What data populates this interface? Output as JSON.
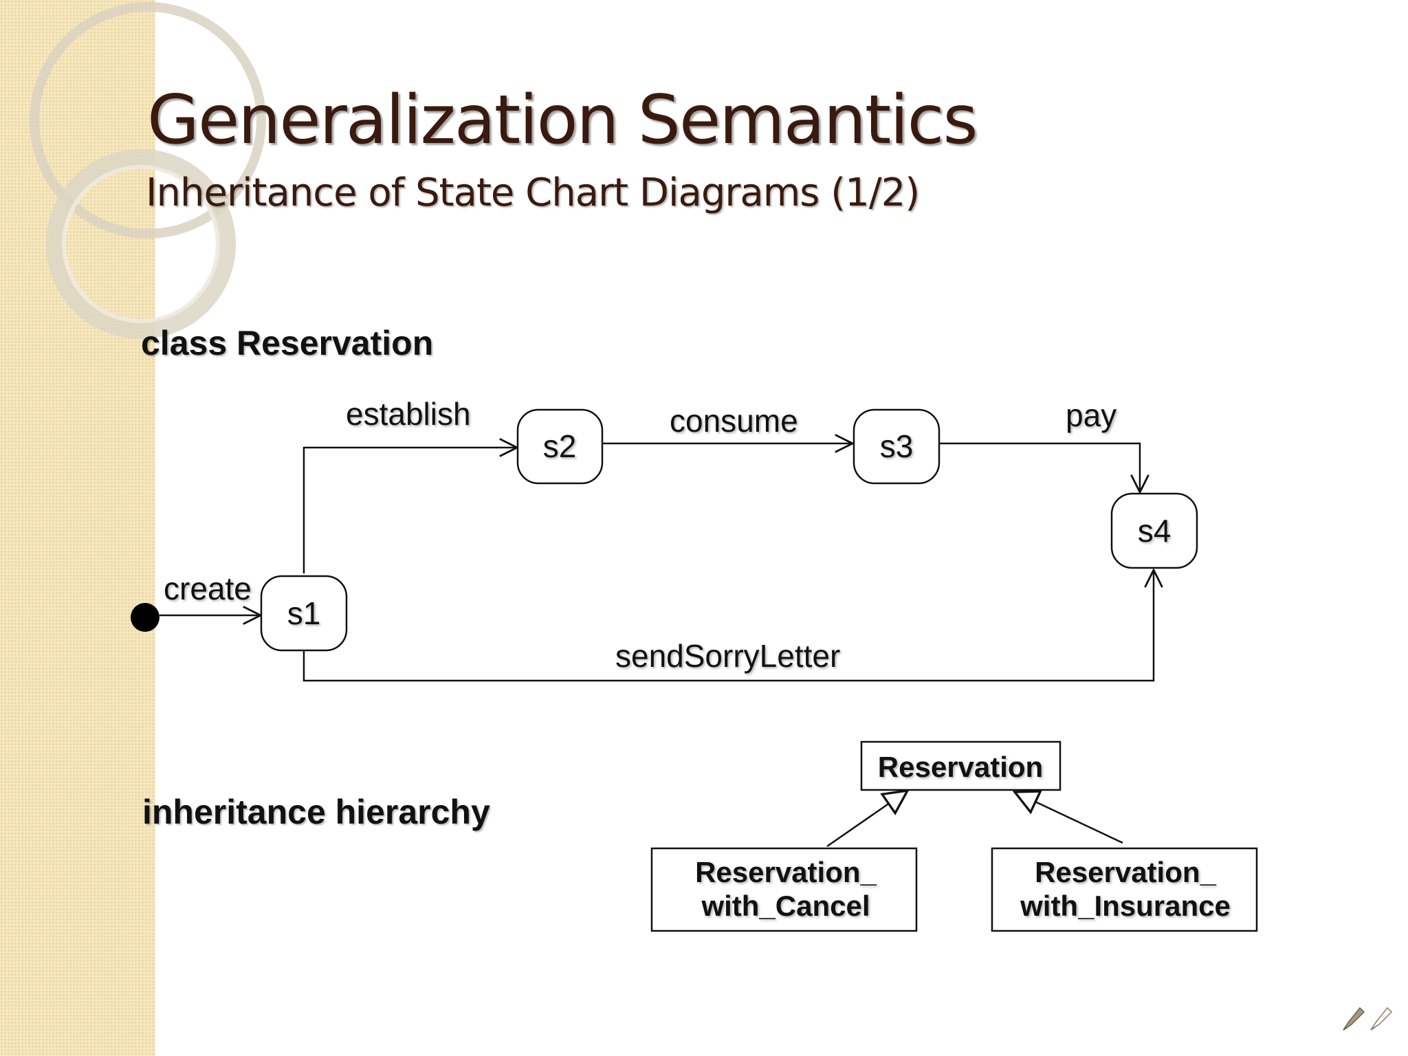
{
  "slide": {
    "title": "Generalization Semantics",
    "subtitle": "Inheritance of State Chart Diagrams (1/2)",
    "section_state_chart": "class Reservation",
    "section_hierarchy": "inheritance hierarchy"
  },
  "state_chart": {
    "states": [
      "s1",
      "s2",
      "s3",
      "s4"
    ],
    "transitions": {
      "create": "create",
      "establish": "establish",
      "consume": "consume",
      "pay": "pay",
      "send_sorry_letter": "sendSorryLetter"
    }
  },
  "hierarchy": {
    "parent": "Reservation",
    "child_cancel": [
      "Reservation_",
      "with_Cancel"
    ],
    "child_insurance": [
      "Reservation_",
      "with_Insurance"
    ]
  },
  "icons": [
    "pen-nib-icon",
    "pen-nib-outline-icon"
  ]
}
